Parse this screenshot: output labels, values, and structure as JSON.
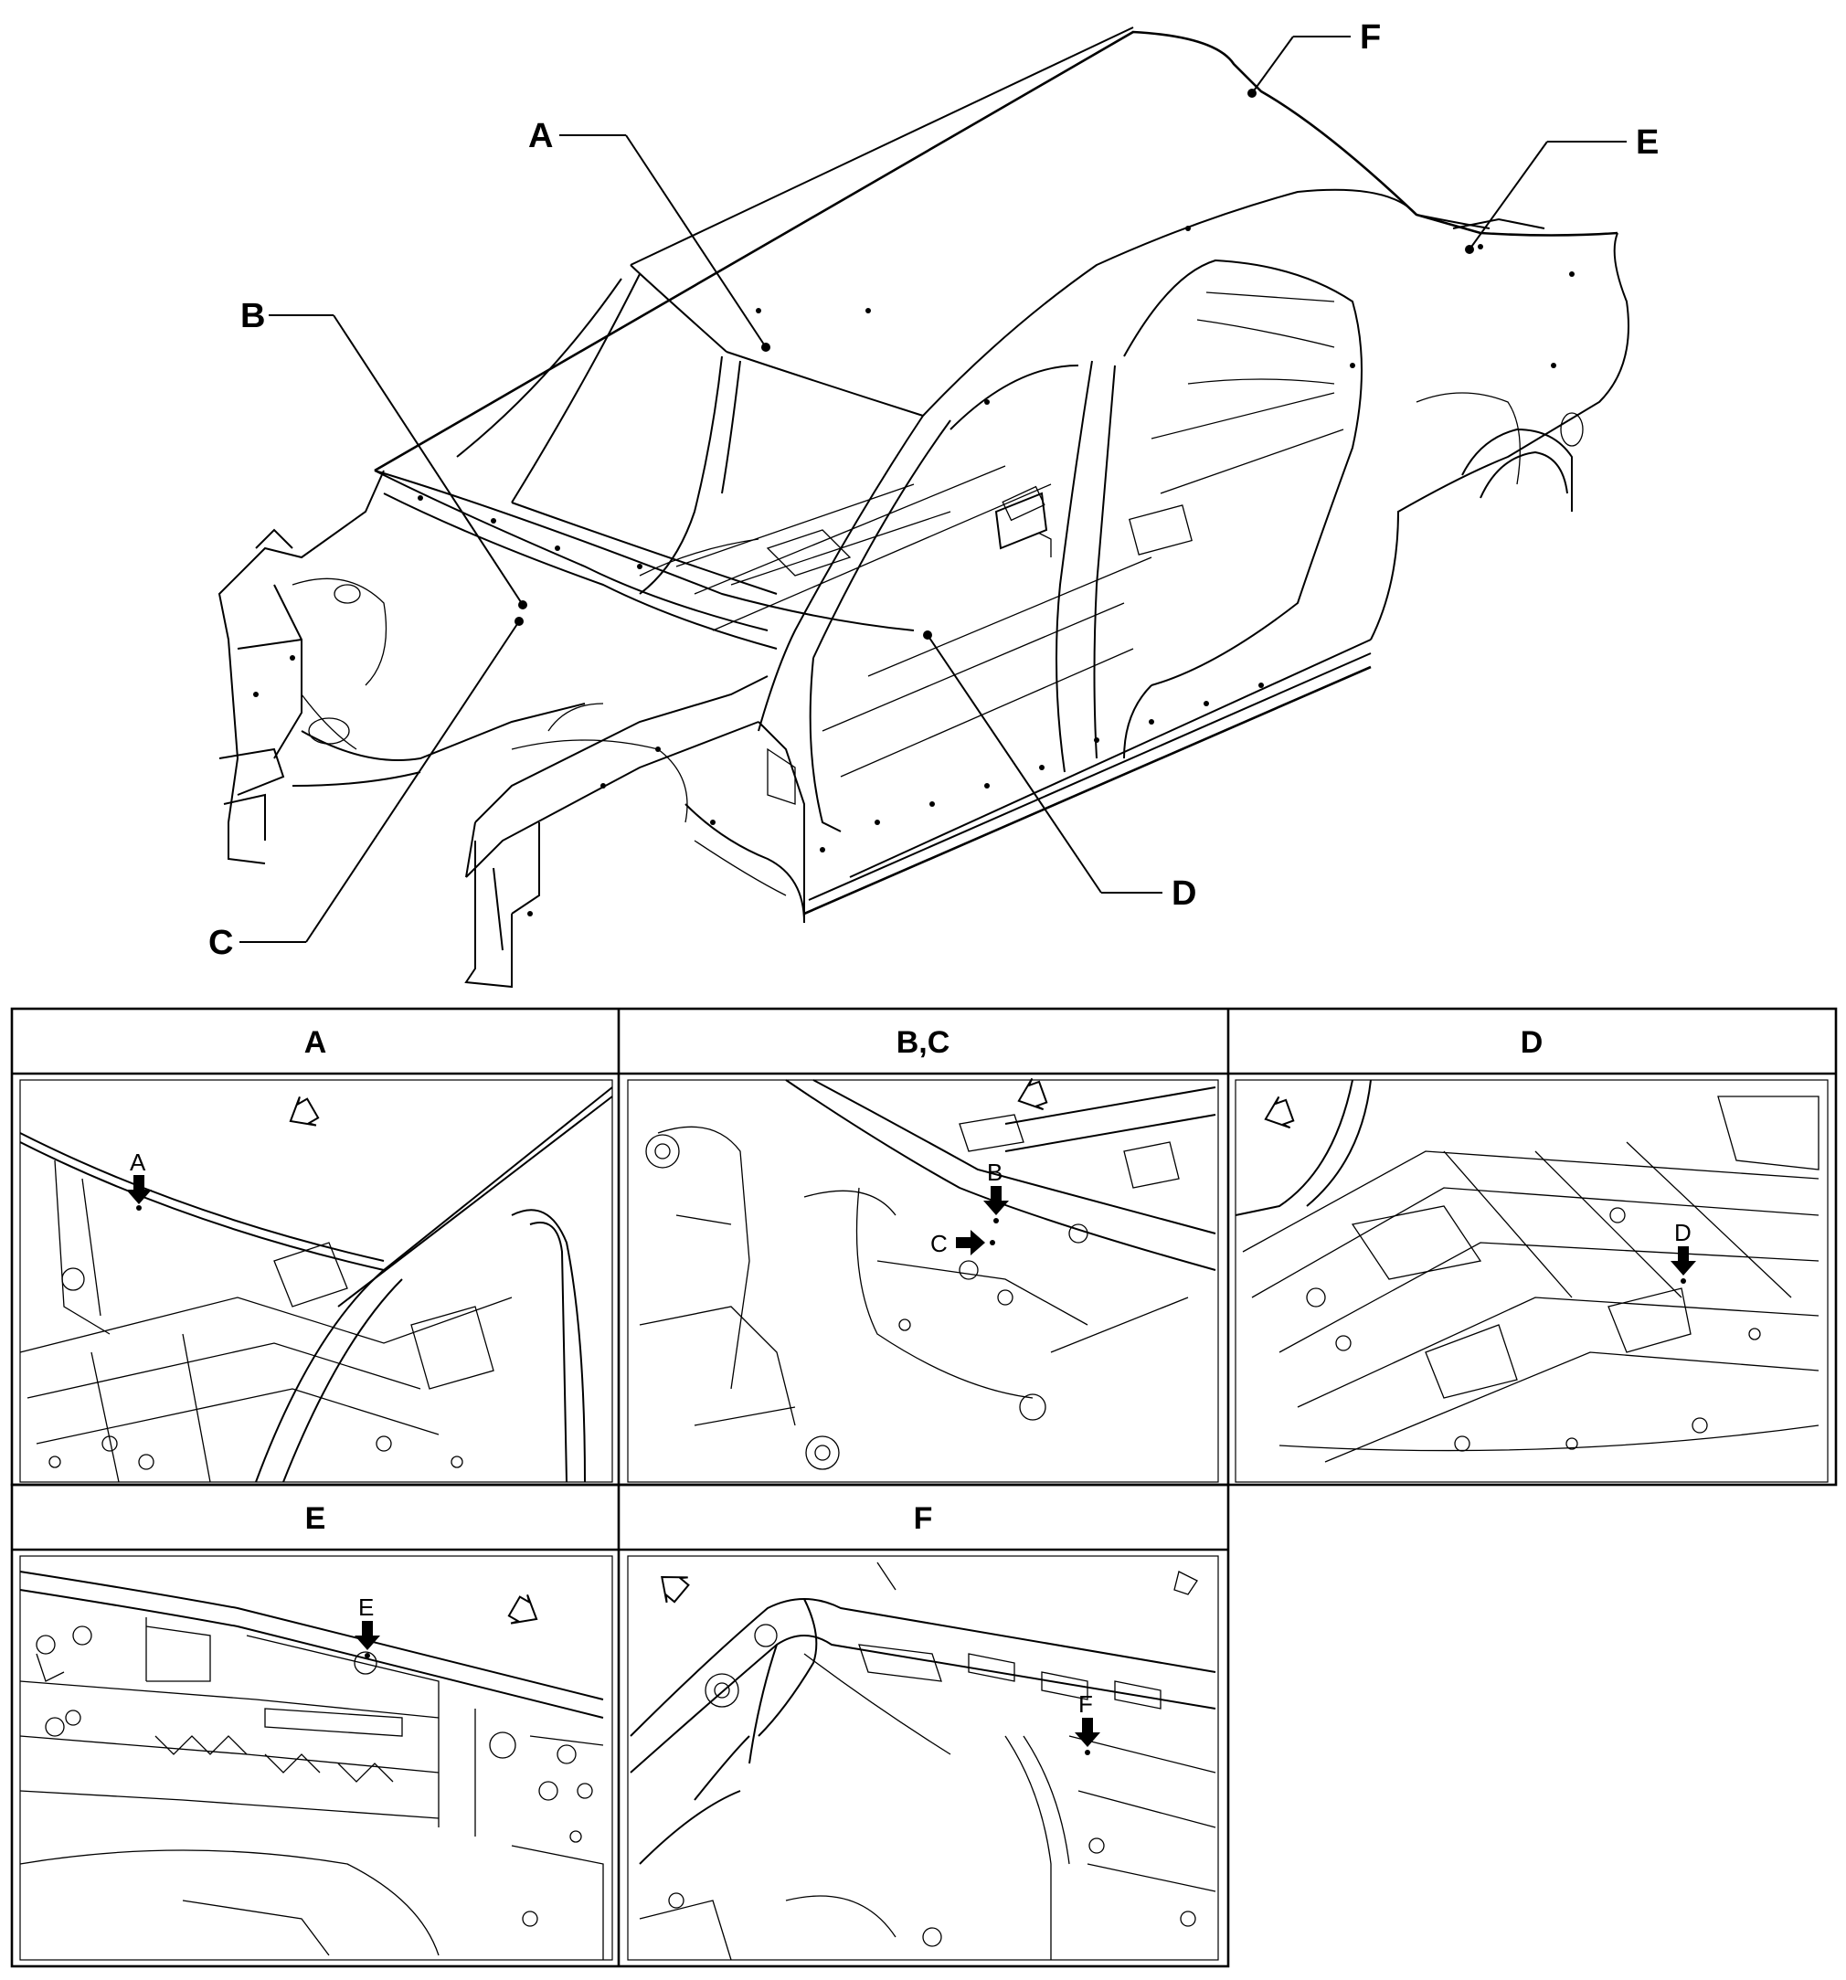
{
  "overview": {
    "callouts": [
      {
        "id": "A",
        "label": "A"
      },
      {
        "id": "B",
        "label": "B"
      },
      {
        "id": "C",
        "label": "C"
      },
      {
        "id": "D",
        "label": "D"
      },
      {
        "id": "E",
        "label": "E"
      },
      {
        "id": "F",
        "label": "F"
      }
    ]
  },
  "panels": [
    {
      "id": "A",
      "title": "A",
      "point_label": "A"
    },
    {
      "id": "BC",
      "title": "B,C",
      "point_labels": [
        "B",
        "C"
      ]
    },
    {
      "id": "D",
      "title": "D",
      "point_label": "D"
    },
    {
      "id": "E",
      "title": "E",
      "point_label": "E"
    },
    {
      "id": "F",
      "title": "F",
      "point_label": "F"
    }
  ],
  "icons": {
    "direction_arrow": "front-direction-arrow-icon",
    "pointer_arrow": "measurement-point-arrow-icon"
  },
  "colors": {
    "line": "#000000",
    "background": "#ffffff"
  }
}
